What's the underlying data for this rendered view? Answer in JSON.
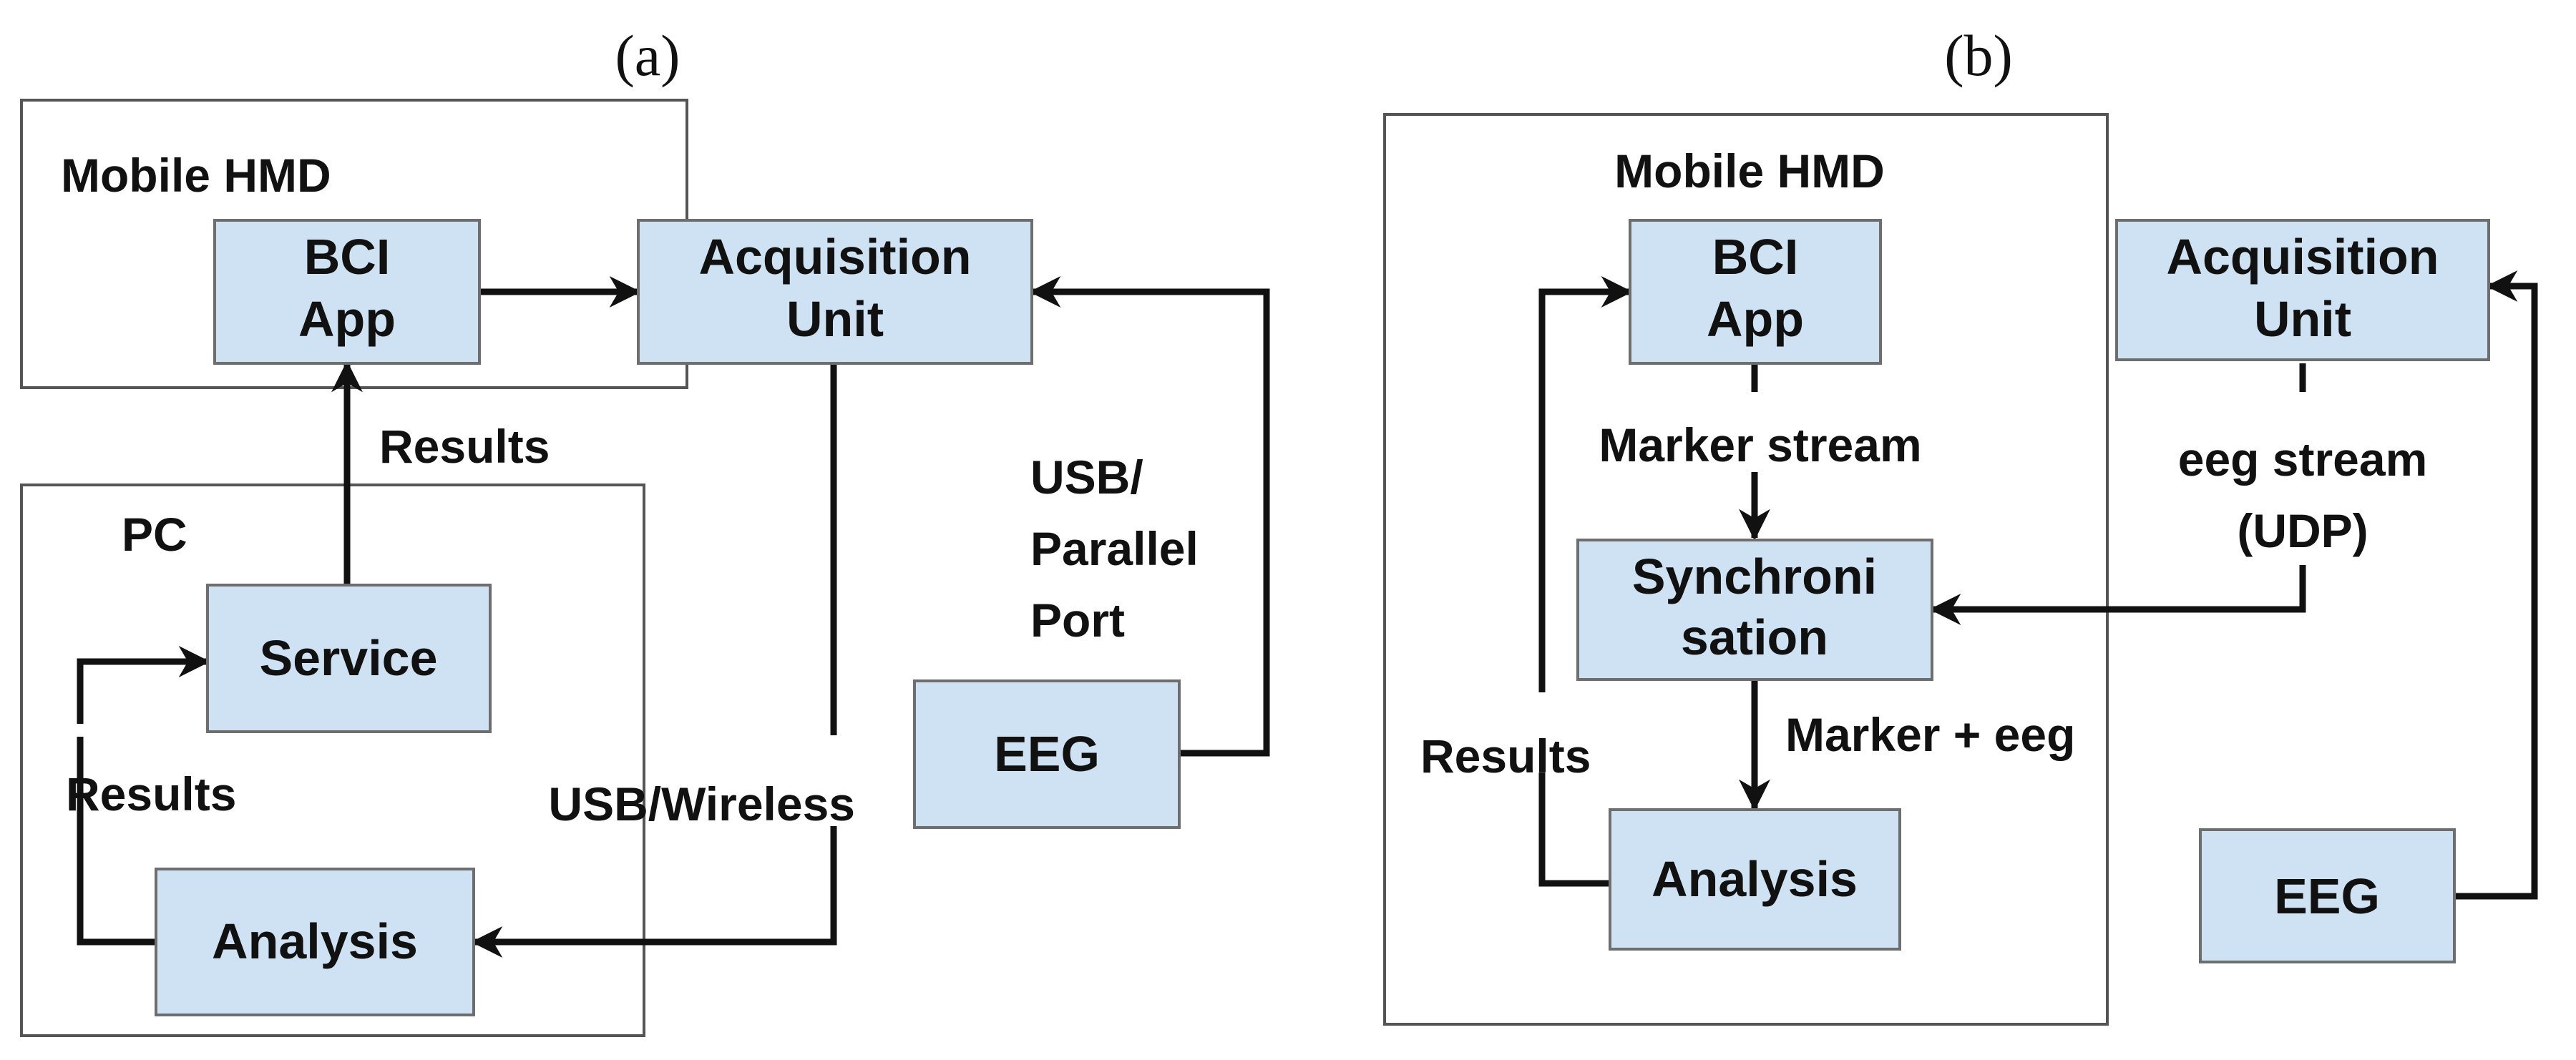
{
  "colors": {
    "box_fill": "#cfe2f3",
    "box_border": "#6e6e6e",
    "frame_border": "#555555",
    "line": "#111111",
    "text": "#111111"
  },
  "panel_a": {
    "label": "(a)",
    "mobile_hmd": "Mobile HMD",
    "pc": "PC",
    "bci_app": [
      "BCI",
      "App"
    ],
    "acquisition_unit": [
      "Acquisition",
      "Unit"
    ],
    "service": "Service",
    "analysis": "Analysis",
    "eeg": "EEG",
    "results_top": "Results",
    "results_left": "Results",
    "usb_wireless": "USB/Wireless",
    "usb_parallel_port": [
      "USB/",
      "Parallel",
      "Port"
    ]
  },
  "panel_b": {
    "label": "(b)",
    "mobile_hmd": "Mobile HMD",
    "bci_app": [
      "BCI",
      "App"
    ],
    "acquisition_unit": [
      "Acquisition",
      "Unit"
    ],
    "synchronisation": [
      "Synchroni",
      "sation"
    ],
    "analysis": "Analysis",
    "eeg": "EEG",
    "marker_stream": "Marker stream",
    "eeg_stream": [
      "eeg stream",
      "(UDP)"
    ],
    "marker_eeg": "Marker + eeg",
    "results": "Results"
  }
}
